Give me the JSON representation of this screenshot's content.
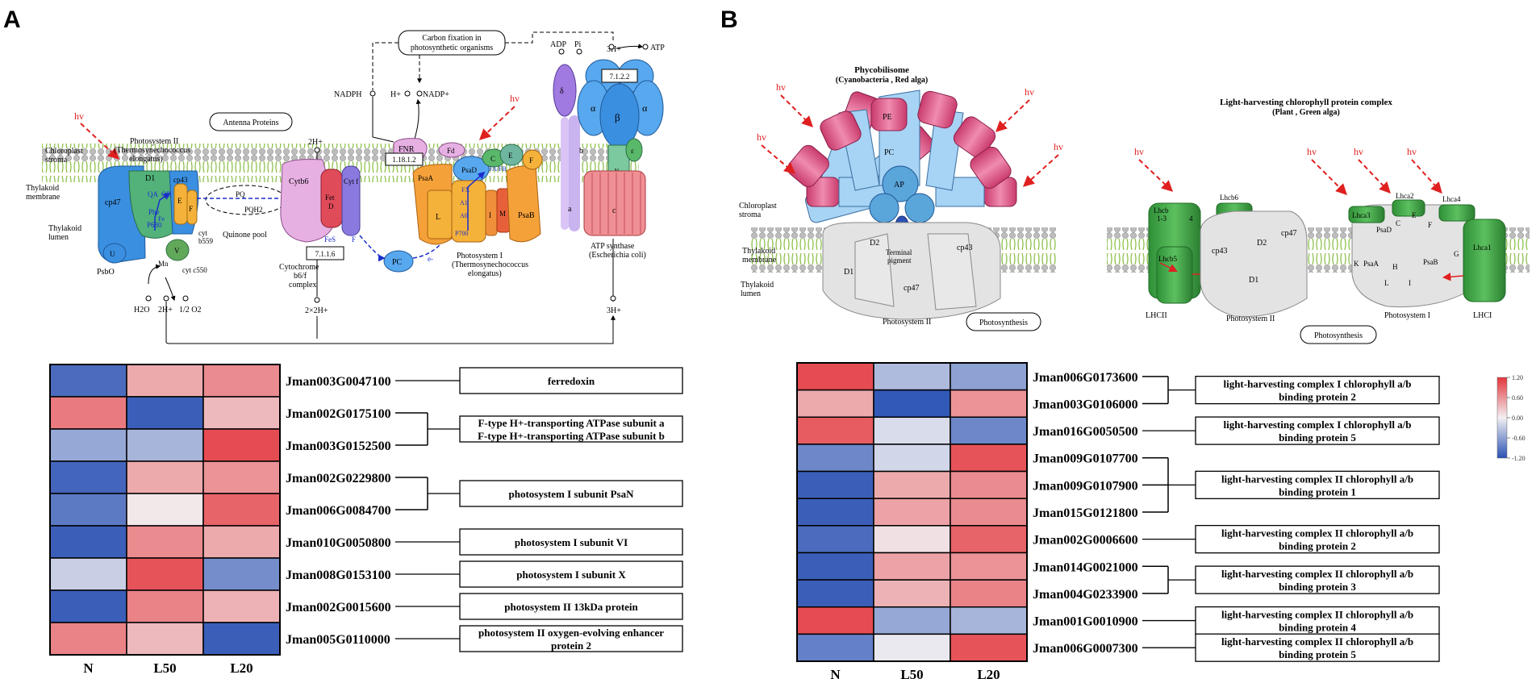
{
  "panels": {
    "a": {
      "letter": "A"
    },
    "b": {
      "letter": "B"
    }
  },
  "colors": {
    "high": "#e3353b",
    "mid": "#f2f0f2",
    "low": "#2a52b4",
    "membrane": "#9ccf5c",
    "ps2_blue": "#3a8fe0",
    "ps2_green": "#52b27a",
    "ps1_orange": "#f5a13a",
    "cyt_pink": "#e7b0e3",
    "atp_blue": "#58a8ef",
    "atp_red": "#f08f94",
    "pbs_pink": "#e04c82",
    "pbs_blue": "#a7d3f5",
    "lhc_green": "#3da444",
    "gray": "#e3e3e3"
  },
  "diagramA": {
    "hv": "hv",
    "antenna": "Antenna Proteins",
    "carbon_fix_l1": "Carbon fixation in",
    "carbon_fix_l2": "photosynthetic organisms",
    "chloroplast_l1": "Chloroplast",
    "chloroplast_l2": "stroma",
    "thylakoid_l1": "Thylakoid",
    "thylakoid_l2": "membrane",
    "lumen_l1": "Thylakoid",
    "lumen_l2": "lumen",
    "ps2_l1": "Photosystem II",
    "ps2_l2": "(Thermosynechococcus",
    "ps2_l3": "elongatus)",
    "cp47": "cp47",
    "d1": "D1",
    "cp43": "cp43",
    "qa": "QA",
    "qb": "QB",
    "pheo": "Phe",
    "p680": "P680",
    "fe": "Fe",
    "e_sub": "E",
    "f_sub": "F",
    "cytb559_l1": "cyt",
    "cytb559_l2": "b559",
    "psbo": "PsbO",
    "u": "U",
    "v": "V",
    "mn": "Mn",
    "cytc550": "cyt c550",
    "pq": "PQ",
    "pqh2": "PQH2",
    "quinone_pool": "Quinone pool",
    "h2o": "H2O",
    "twoh_a": "2H+",
    "half_o2": "1/2 O2",
    "twoh_b": "2H+",
    "cytb6": "Cytb6",
    "fet_l1": "Fet",
    "fet_l2": "D",
    "cytf": "Cyt f",
    "fes": "FeS",
    "fe_small": "F",
    "ec_cyt": "7.1.1.6",
    "cyt_l1": "Cytochrome",
    "cyt_l2": "b6/f",
    "cyt_l3": "complex",
    "twoh_c": "2H+",
    "twoxtwoh": "2×2H+",
    "pc": "PC",
    "e_minus": "e-",
    "nadph": "NADPH",
    "hplus": "H+",
    "nadp": "NADP+",
    "fnr": "FNR",
    "ec_fnr": "1.18.1.2",
    "fd": "Fd",
    "psac": "C",
    "psad": "PsaD",
    "psae": "E",
    "psaf": "F",
    "psaa": "PsaA",
    "psab": "PsaB",
    "psal": "L",
    "psai": "I",
    "psam": "M",
    "fafb": "FA/FB",
    "fx": "FX",
    "a1": "A1",
    "a0": "A0",
    "p700": "P700",
    "ps1_l1": "Photosystem I",
    "ps1_l2": "(Thermosynechococcus",
    "ps1_l3": "elongatus)",
    "adp": "ADP",
    "pi": "Pi",
    "three_h_top": "3H+",
    "atp": "ATP",
    "ec_atp": "7.1.2.2",
    "alpha1": "α",
    "alpha2": "α",
    "beta": "β",
    "gamma": "γ",
    "delta": "δ",
    "eps": "ε",
    "sub_b": "b",
    "sub_a": "a",
    "sub_c": "c",
    "atp_l1": "ATP synthase",
    "atp_l2": "(Escherichia coli)",
    "three_h_bottom": "3H+"
  },
  "diagramB": {
    "pbs_l1": "Phycobilisome",
    "pbs_l2": "(Cyanobacteria , Red alga)",
    "lhc_l1": "Light-harvesting chlorophyll protein complex",
    "lhc_l2": "(Plant , Green alga)",
    "hv": "hv",
    "pe": "PE",
    "pc": "PC",
    "ap": "AP",
    "chloroplast_l1": "Chloroplast",
    "chloroplast_l2": "stroma",
    "thylakoid_l1": "Thylakoid",
    "thylakoid_l2": "membrane",
    "lumen_l1": "Thylakoid",
    "lumen_l2": "lumen",
    "d2": "D2",
    "terminal_l1": "Terminal",
    "terminal_l2": "pigment",
    "cp43": "cp43",
    "d1": "D1",
    "cp47": "cp47",
    "ps2": "Photosystem II",
    "photosynthesis": "Photosynthesis",
    "lhcb": "Lhcb",
    "lhcb_sub": "1-3",
    "lhcb4": "4",
    "lhcb6": "Lhcb6",
    "lhcb5": "Lhcb5",
    "cp43_b": "cp43",
    "cp47_b": "cp47",
    "d2_b": "D2",
    "d1_b": "D1",
    "lhca3": "Lhca3",
    "lhca2": "Lhca2",
    "lhca4": "Lhca4",
    "lhca1": "Lhca1",
    "psad": "PsaD",
    "c": "C",
    "e": "E",
    "f": "F",
    "k": "K",
    "psaa": "PsaA",
    "h": "H",
    "l": "L",
    "i": "I",
    "psab": "PsaB",
    "g": "G",
    "lhcii": "LHCII",
    "ps2_b": "Photosystem II",
    "ps1": "Photosystem I",
    "lhci": "LHCI",
    "photosynthesis_b": "Photosynthesis"
  },
  "heatmapA": {
    "columns": [
      "N",
      "L50",
      "L20"
    ],
    "rows": [
      {
        "gene": "Jman003G0047100",
        "values": [
          -1.0,
          0.45,
          0.65
        ]
      },
      {
        "gene": "Jman002G0175100",
        "values": [
          0.75,
          -1.1,
          0.35
        ]
      },
      {
        "gene": "Jman003G0152500",
        "values": [
          -0.55,
          -0.45,
          1.05
        ]
      },
      {
        "gene": "Jman002G0229800",
        "values": [
          -1.05,
          0.45,
          0.6
        ]
      },
      {
        "gene": "Jman006G0084700",
        "values": [
          -0.9,
          0.05,
          0.9
        ]
      },
      {
        "gene": "Jman010G0050800",
        "values": [
          -1.1,
          0.65,
          0.45
        ]
      },
      {
        "gene": "Jman008G0153100",
        "values": [
          -0.25,
          1.0,
          -0.75
        ]
      },
      {
        "gene": "Jman002G0015600",
        "values": [
          -1.1,
          0.7,
          0.4
        ]
      },
      {
        "gene": "Jman005G0110000",
        "values": [
          0.7,
          0.35,
          -1.1
        ]
      }
    ],
    "annotations": [
      {
        "l1": "ferredoxin",
        "l2": ""
      },
      {
        "l1": "F-type H+-transporting ATPase subunit a",
        "l2": "F-type H+-transporting ATPase subunit b"
      },
      {
        "l1": "photosystem I subunit PsaN",
        "l2": ""
      },
      {
        "l1": "photosystem I subunit VI",
        "l2": ""
      },
      {
        "l1": "photosystem I subunit X",
        "l2": ""
      },
      {
        "l1": "photosystem II 13kDa protein",
        "l2": ""
      },
      {
        "l1": "photosystem II oxygen-evolving enhancer",
        "l2": "protein 2"
      }
    ]
  },
  "heatmapB": {
    "columns": [
      "N",
      "L50",
      "L20"
    ],
    "rows": [
      {
        "gene": "Jman006G0173600",
        "values": [
          1.05,
          -0.4,
          -0.6
        ]
      },
      {
        "gene": "Jman003G0106000",
        "values": [
          0.45,
          -1.15,
          0.6
        ]
      },
      {
        "gene": "Jman016G0050500",
        "values": [
          0.95,
          -0.15,
          -0.8
        ]
      },
      {
        "gene": "Jman009G0107700",
        "values": [
          -0.8,
          -0.2,
          1.0
        ]
      },
      {
        "gene": "Jman009G0107900",
        "values": [
          -1.1,
          0.45,
          0.65
        ]
      },
      {
        "gene": "Jman015G0121800",
        "values": [
          -1.1,
          0.5,
          0.65
        ]
      },
      {
        "gene": "Jman002G0006600",
        "values": [
          -1.0,
          0.1,
          0.9
        ]
      },
      {
        "gene": "Jman014G0021000",
        "values": [
          -1.1,
          0.5,
          0.6
        ]
      },
      {
        "gene": "Jman004G0233900",
        "values": [
          -1.1,
          0.4,
          0.7
        ]
      },
      {
        "gene": "Jman001G0010900",
        "values": [
          1.05,
          -0.55,
          -0.45
        ]
      },
      {
        "gene": "Jman006G0007300",
        "values": [
          -0.85,
          -0.05,
          1.0
        ]
      }
    ],
    "annotations": [
      {
        "l1": "light-harvesting complex I chlorophyll a/b",
        "l2": "binding protein 2"
      },
      {
        "l1": "light-harvesting complex I chlorophyll a/b",
        "l2": "binding protein 5"
      },
      {
        "l1": "light-harvesting complex II chlorophyll a/b",
        "l2": "binding protein 1"
      },
      {
        "l1": "light-harvesting complex II chlorophyll a/b",
        "l2": "binding protein 2"
      },
      {
        "l1": "light-harvesting complex II chlorophyll a/b",
        "l2": "binding protein 3"
      },
      {
        "l1": "light-harvesting complex II chlorophyll a/b",
        "l2": "binding protein 4"
      },
      {
        "l1": "light-harvesting complex II chlorophyll a/b",
        "l2": "binding protein 5"
      }
    ]
  },
  "colorbar": {
    "ticks": [
      "1.20",
      "0.60",
      "0.00",
      "-0.60",
      "-1.20"
    ],
    "range": [
      -1.2,
      1.2
    ]
  }
}
